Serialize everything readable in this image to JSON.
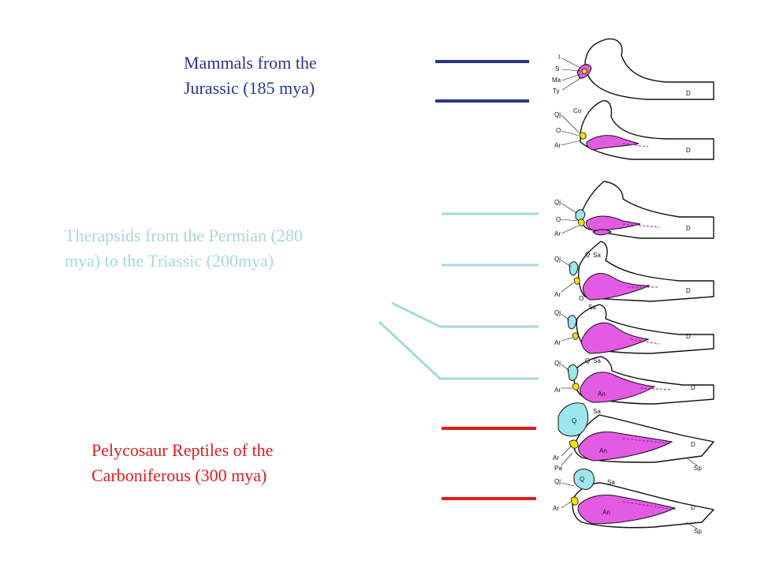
{
  "colors": {
    "mammals": "#2b3591",
    "therapsids": "#a8d8dc",
    "pelycosaur": "#e31b1b",
    "bone_magenta": "#e35be3",
    "bone_cyan": "#9ee6ee",
    "bone_yellow": "#f0e400"
  },
  "groups": {
    "mammals": {
      "line1": "Mammals  from the",
      "line2": "Jurassic  (185 mya)"
    },
    "therapsids": {
      "line1": "Therapsids from the Permian (280",
      "line2": "mya) to the Triassic (200mya)"
    },
    "pelycosaur": {
      "line1": "Pelycosaur Reptiles of the",
      "line2": "Carboniferous (300 mya)"
    }
  },
  "bone_labels": {
    "i": "I",
    "s": "S",
    "ma": "Ma",
    "ty": "Ty",
    "d": "D",
    "co": "Co",
    "qj": "Qj",
    "o": "O",
    "q": "Q",
    "ar": "Ar",
    "sa": "Sa",
    "an": "An",
    "pa": "Pa",
    "sp": "Sp"
  }
}
